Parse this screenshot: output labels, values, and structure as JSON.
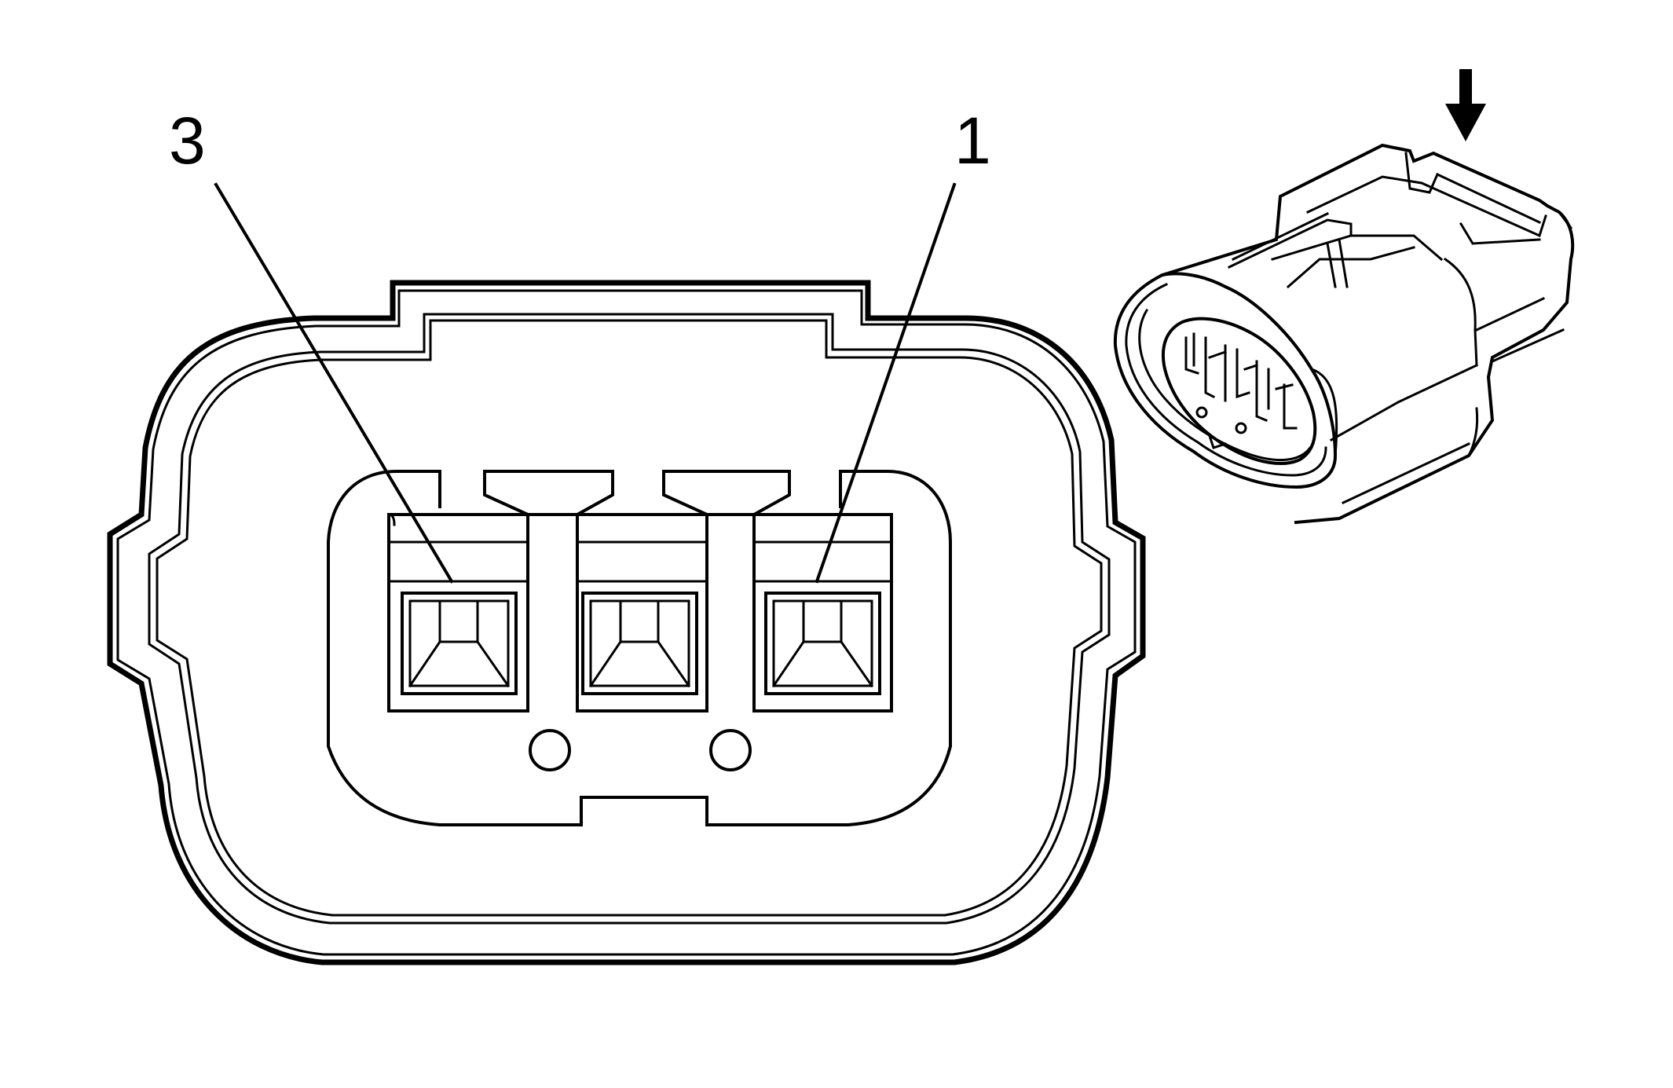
{
  "diagram": {
    "labels": {
      "pin_3": "3",
      "pin_1": "1"
    },
    "pin_count": 3,
    "ink_color": "#000000",
    "background_color": "#ffffff",
    "icons": {
      "view_direction": "down-arrow-icon",
      "connector_perspective": "connector-3d-icon"
    }
  }
}
